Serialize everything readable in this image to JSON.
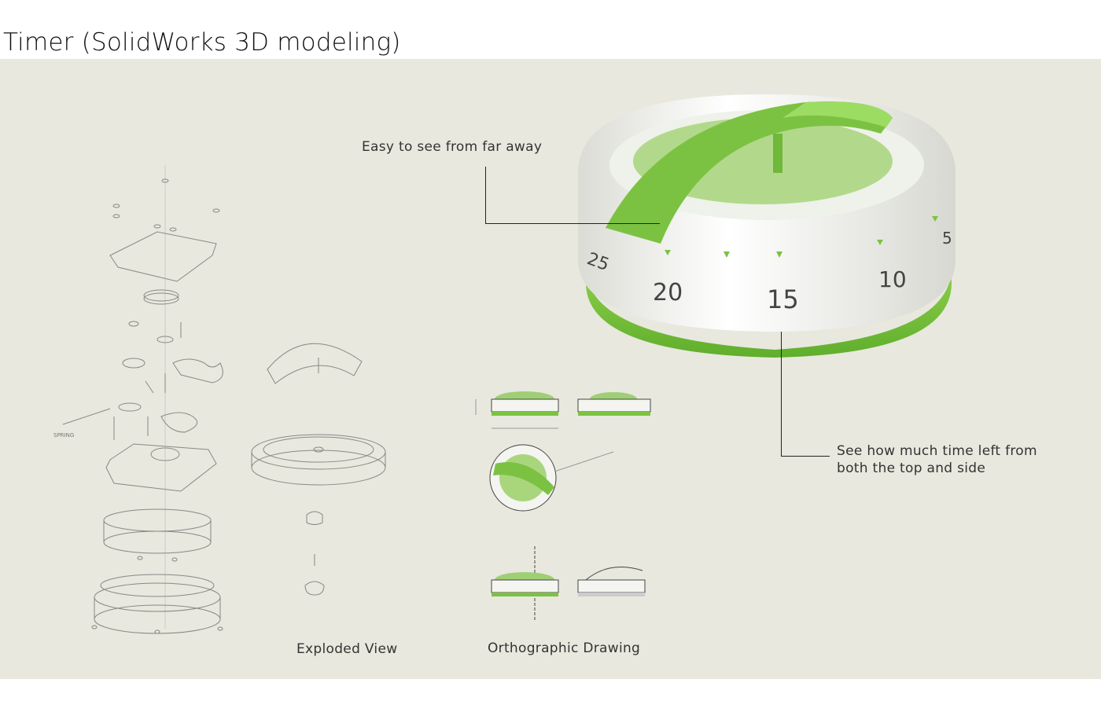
{
  "title": "Timer (SolidWorks 3D modeling)",
  "callouts": {
    "top": "Easy to see from far away",
    "side_line1": "See how much time left from",
    "side_line2": "both the top and side"
  },
  "captions": {
    "exploded": "Exploded View",
    "orthographic": "Orthographic Drawing"
  },
  "render_dial": [
    "25",
    "20",
    "15",
    "10",
    "5"
  ],
  "sketch_labels": {
    "spring": "SPRING"
  },
  "colors": {
    "background_panel": "#e8e8de",
    "accent_green": "#7cc242",
    "body_white": "#f4f4f0"
  }
}
